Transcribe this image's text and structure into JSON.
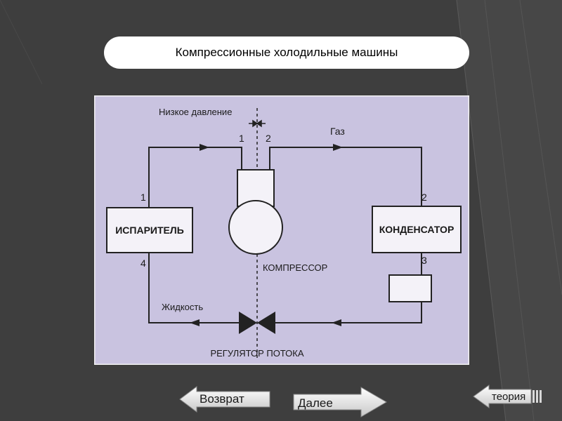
{
  "title": "Компрессионные холодильные машины",
  "diagram": {
    "low_pressure_label": "Низкое давление",
    "gas_label": "Газ",
    "liquid_label": "Жидкость",
    "evaporator_label": "ИСПАРИТЕЛЬ",
    "condenser_label": "КОНДЕНСАТОР",
    "compressor_label": "КОМПРЕССОР",
    "regulator_label": "РЕГУЛЯТОР ПОТОКА",
    "points": {
      "p1_top": "1",
      "p2_top": "2",
      "p1_left": "1",
      "p4_left": "4",
      "p2_right": "2",
      "p3_right": "3"
    }
  },
  "nav": {
    "back_label": "Возврат",
    "next_label": "Далее",
    "theory_label": "теория"
  },
  "colors": {
    "background": "#3e3e3e",
    "diagram_fill": "#c9c3e0",
    "pill": "#ffffff"
  }
}
